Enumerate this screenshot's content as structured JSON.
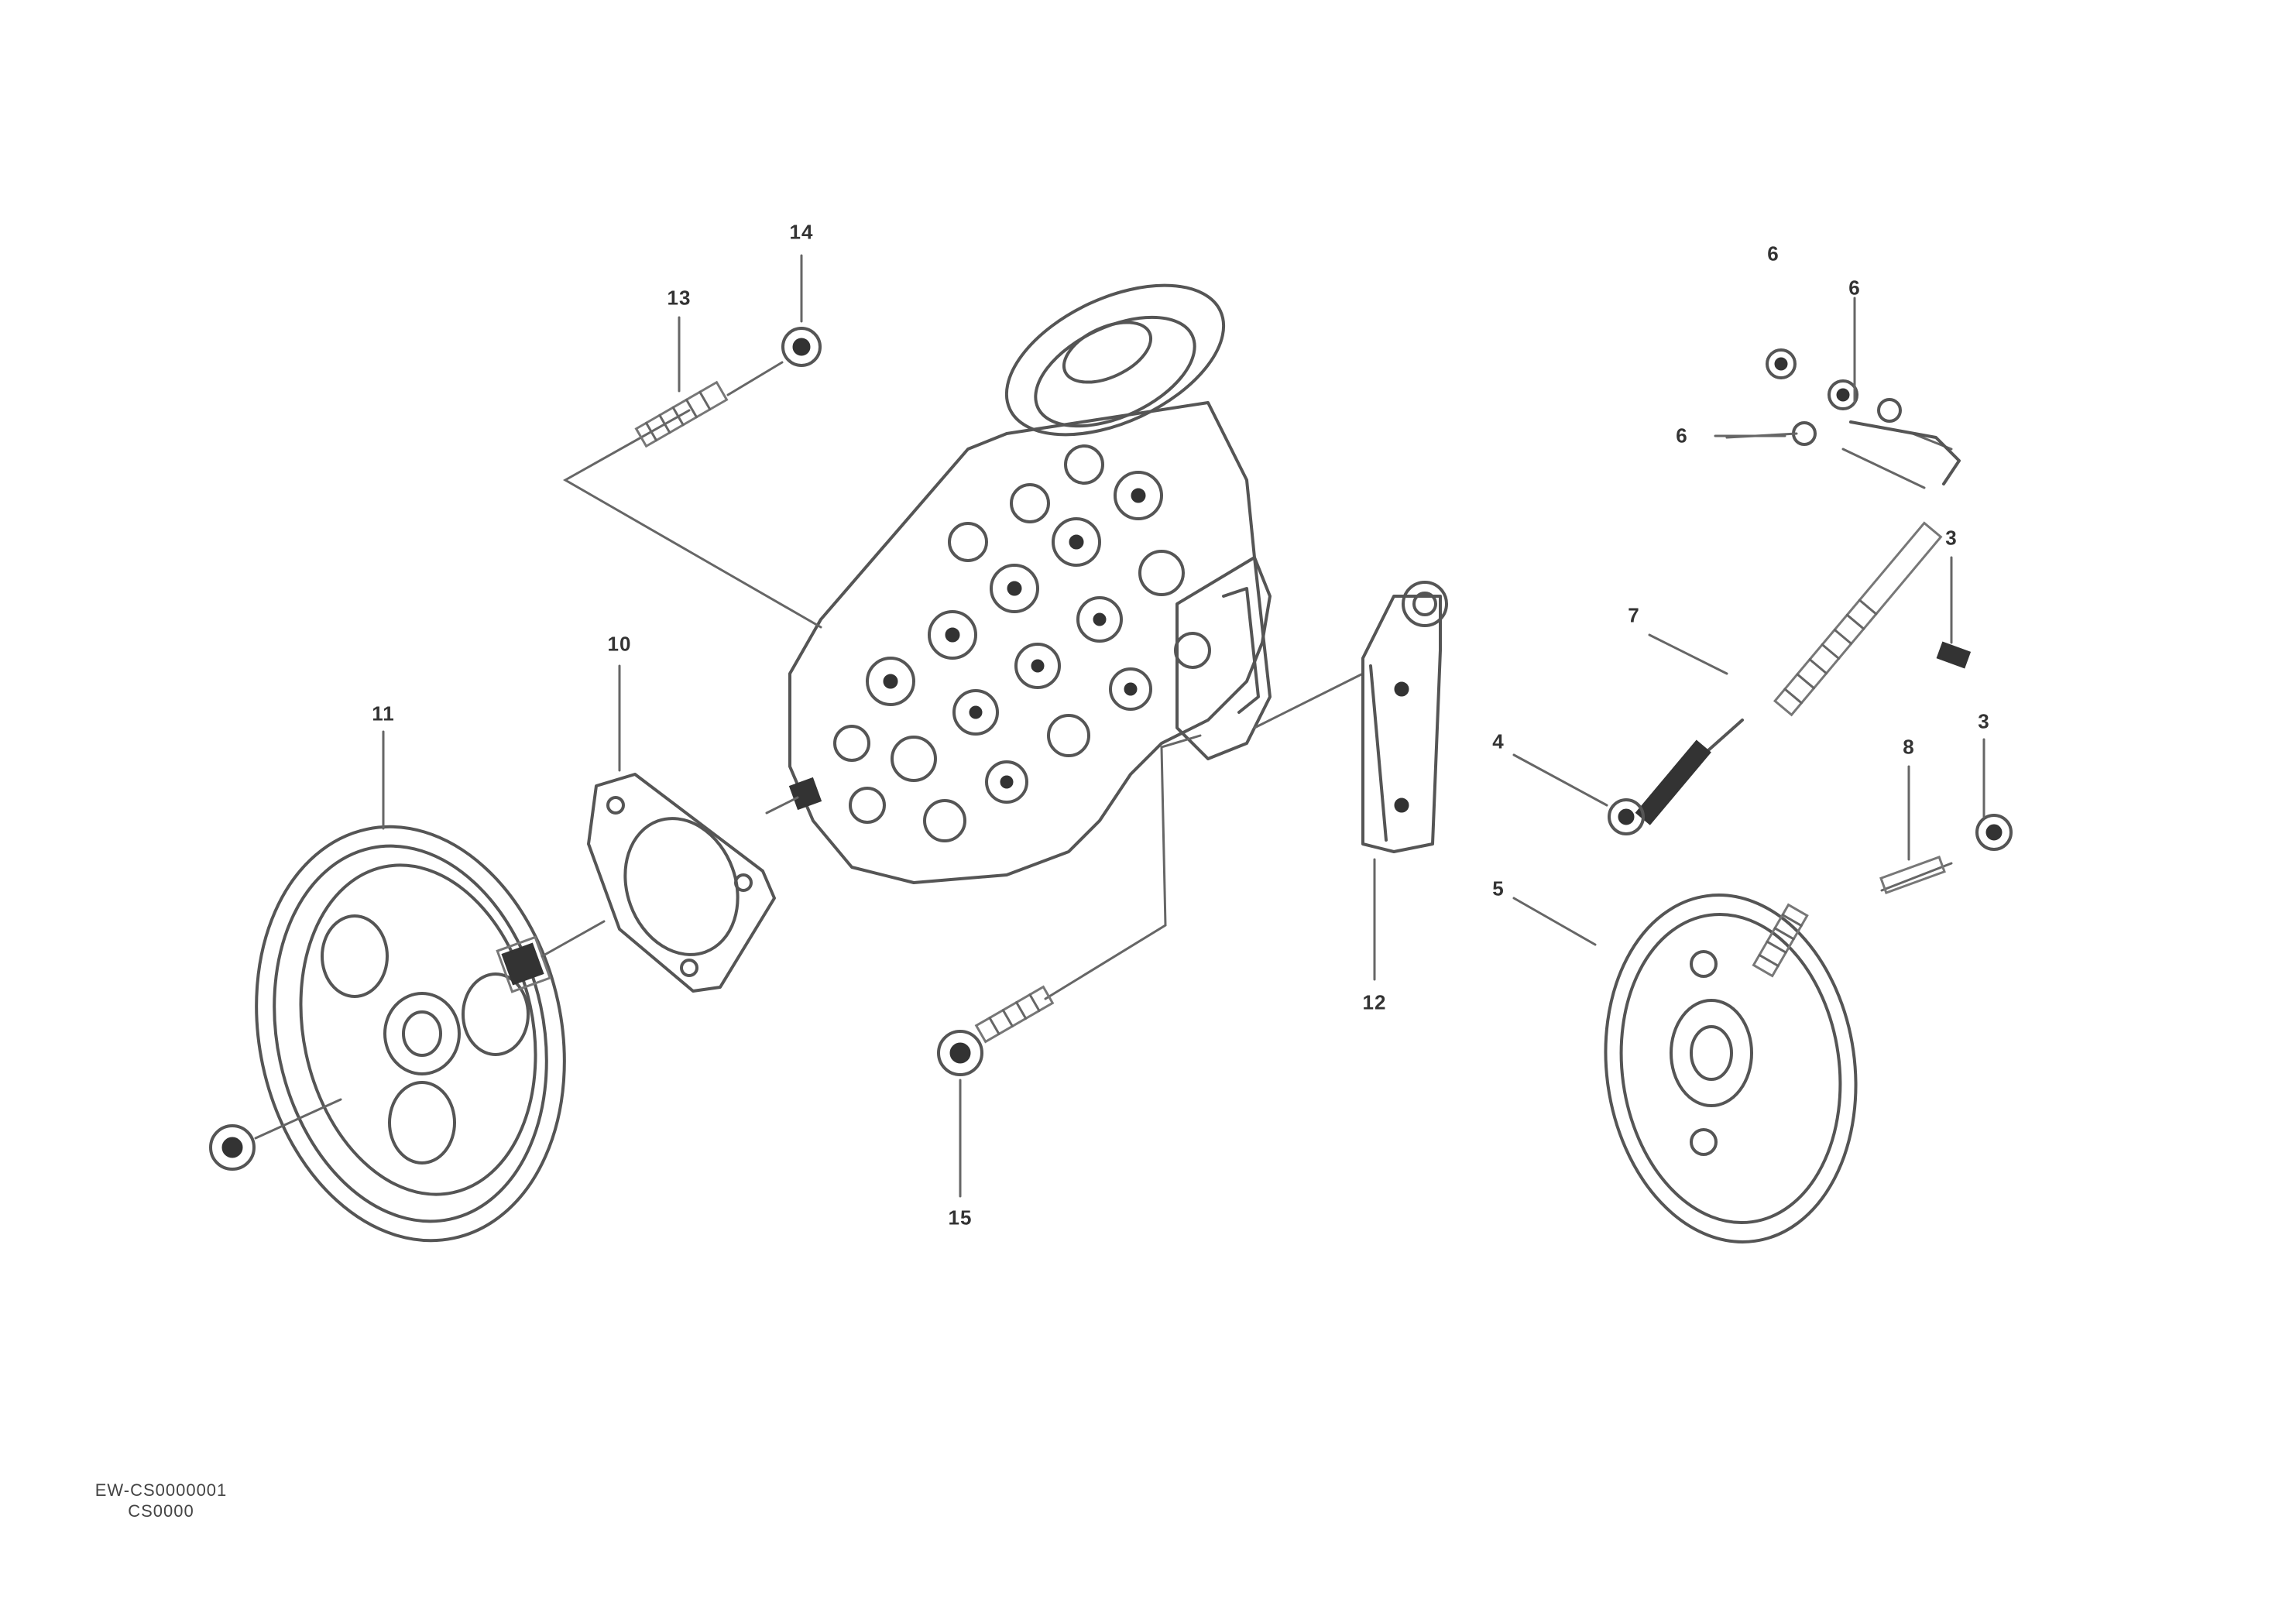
{
  "callouts": [
    {
      "id": "label-14",
      "text": "14"
    },
    {
      "id": "label-13",
      "text": "13"
    },
    {
      "id": "label-10",
      "text": "10"
    },
    {
      "id": "label-11",
      "text": "11"
    },
    {
      "id": "label-15",
      "text": "15"
    },
    {
      "id": "label-12",
      "text": "12"
    },
    {
      "id": "label-6a",
      "text": "6"
    },
    {
      "id": "label-6b",
      "text": "6"
    },
    {
      "id": "label-6c",
      "text": "6"
    },
    {
      "id": "label-3a",
      "text": "3"
    },
    {
      "id": "label-7",
      "text": "7"
    },
    {
      "id": "label-4",
      "text": "4"
    },
    {
      "id": "label-8",
      "text": "8"
    },
    {
      "id": "label-3b",
      "text": "3"
    },
    {
      "id": "label-5",
      "text": "5"
    }
  ],
  "footer": {
    "code": "EW-CS0000001",
    "sub": "CS0000"
  }
}
